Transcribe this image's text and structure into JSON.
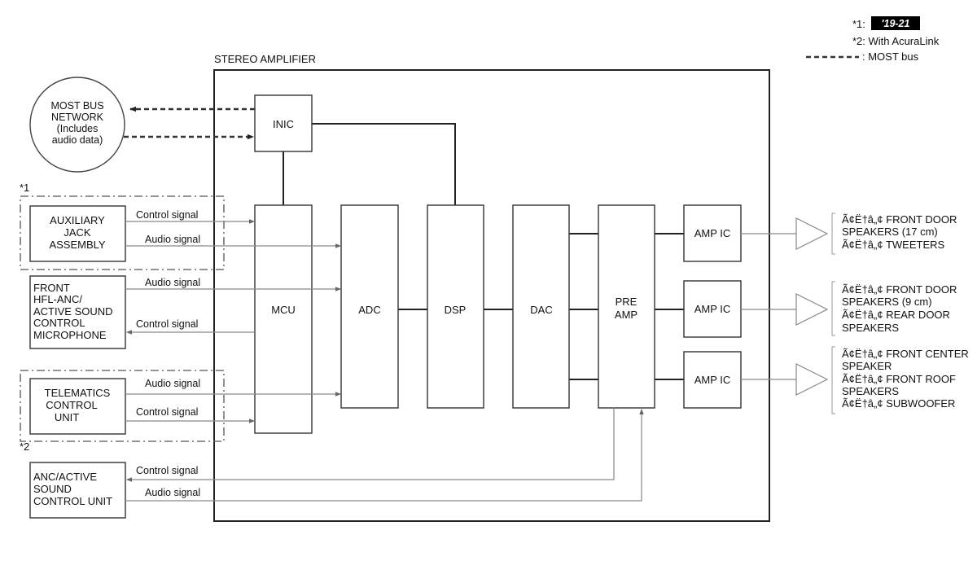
{
  "legend": {
    "note1_prefix": "*1:",
    "note1_badge": "'19-21",
    "note2": "*2: With AcuraLink",
    "most_bus": ": MOST bus"
  },
  "amplifier": {
    "title": "STEREO AMPLIFIER"
  },
  "blocks": {
    "inic": "INIC",
    "mcu": "MCU",
    "adc": "ADC",
    "dsp": "DSP",
    "dac": "DAC",
    "preamp_line1": "PRE",
    "preamp_line2": "AMP",
    "amp_ic_1": "AMP IC",
    "amp_ic_2": "AMP IC",
    "amp_ic_3": "AMP IC"
  },
  "most_network": [
    "MOST BUS",
    "NETWORK",
    "(Includes",
    "audio data)"
  ],
  "group_markers": {
    "star1": "*1",
    "star2": "*2"
  },
  "external": {
    "aux_jack": [
      "AUXILIARY",
      "JACK",
      "ASSEMBLY"
    ],
    "front_mic": [
      "FRONT",
      "HFL-ANC/",
      "ACTIVE SOUND",
      "CONTROL",
      "MICROPHONE"
    ],
    "telematics": [
      "TELEMATICS",
      "CONTROL",
      "UNIT"
    ],
    "anc_unit": [
      "ANC/ACTIVE",
      "SOUND",
      "CONTROL UNIT"
    ]
  },
  "signals": {
    "aux_control": "Control signal",
    "aux_audio": "Audio signal",
    "mic_audio": "Audio signal",
    "mic_control": "Control signal",
    "tcu_audio": "Audio signal",
    "tcu_control": "Control signal",
    "anc_control": "Control signal",
    "anc_audio": "Audio signal"
  },
  "outputs": {
    "group1": [
      "Ã¢Ë†â„¢ FRONT DOOR",
      "SPEAKERS (17 cm)",
      "Ã¢Ë†â„¢ TWEETERS"
    ],
    "group2": [
      "Ã¢Ë†â„¢ FRONT DOOR",
      "SPEAKERS (9 cm)",
      "Ã¢Ë†â„¢ REAR DOOR",
      "SPEAKERS"
    ],
    "group3": [
      "Ã¢Ë†â„¢ FRONT CENTER",
      "SPEAKER",
      "Ã¢Ë†â„¢ FRONT ROOF",
      "SPEAKERS",
      "Ã¢Ë†â„¢ SUBWOOFER"
    ]
  }
}
